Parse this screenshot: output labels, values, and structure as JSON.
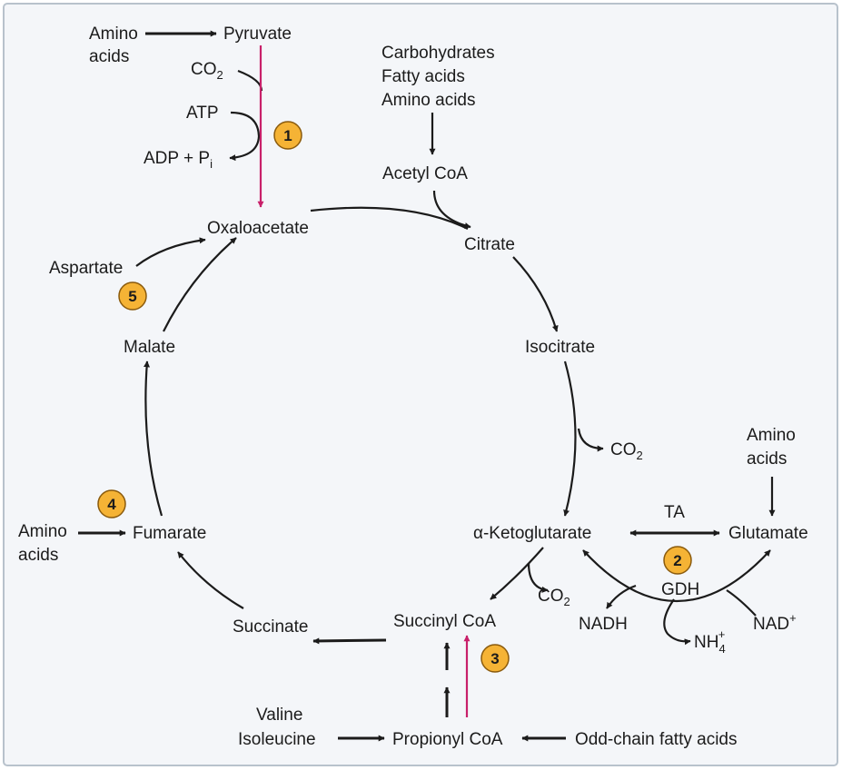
{
  "colors": {
    "background": "#f4f6f9",
    "border": "#b8c2cc",
    "arrow": "#1b1b1b",
    "anaplerotic_arrow": "#c8206a",
    "badge_fill": "#f5b335",
    "badge_stroke": "#8a5a0c"
  },
  "labels": {
    "amino_acids_pyruvate": [
      "Amino",
      "acids"
    ],
    "pyruvate": "Pyruvate",
    "co2_top_main": "CO",
    "co2_top_sub": "2",
    "atp": "ATP",
    "adp_pi_main": "ADP + P",
    "adp_pi_sub": "i",
    "fuel_sources": [
      "Carbohydrates",
      "Fatty acids",
      "Amino acids"
    ],
    "acetyl_coa": "Acetyl CoA",
    "oxaloacetate": "Oxaloacetate",
    "citrate": "Citrate",
    "aspartate": "Aspartate",
    "isocitrate": "Isocitrate",
    "malate": "Malate",
    "co2_iso_main": "CO",
    "co2_iso_sub": "2",
    "amino_acids_glutamate": [
      "Amino",
      "acids"
    ],
    "ta": "TA",
    "alpha_ketoglutarate": "α-Ketoglutarate",
    "glutamate": "Glutamate",
    "amino_acids_fumarate": [
      "Amino",
      "acids"
    ],
    "fumarate": "Fumarate",
    "gdh": "GDH",
    "co2_akg_main": "CO",
    "co2_akg_sub": "2",
    "nadh": "NADH",
    "nad_plus_main": "NAD",
    "nad_plus_sup": "+",
    "nh4_main": "NH",
    "nh4_sub": "4",
    "nh4_sup": "+",
    "succinate": "Succinate",
    "succinyl_coa": "Succinyl CoA",
    "valine_isoleucine": [
      "Valine",
      "Isoleucine"
    ],
    "propionyl_coa": "Propionyl CoA",
    "odd_chain": "Odd-chain fatty acids"
  },
  "badges": [
    "1",
    "2",
    "3",
    "4",
    "5"
  ]
}
